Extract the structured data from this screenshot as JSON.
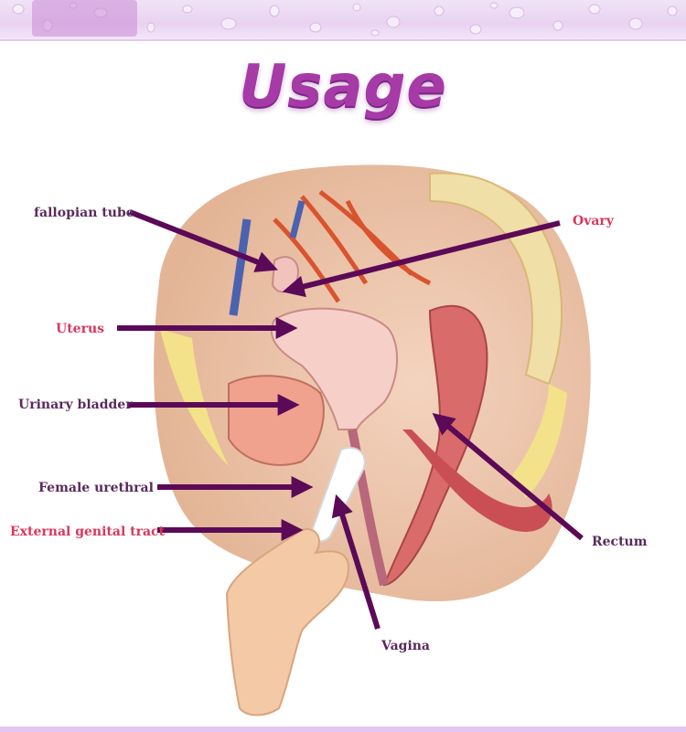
{
  "title": "Usage",
  "colors": {
    "title": "#a63aa6",
    "label_dark": "#5a2a5c",
    "label_pink": "#d9375c",
    "arrow": "#5b0a57"
  },
  "labels": {
    "fallopian_tube": "fallopian tube",
    "ovary": "Ovary",
    "uterus": "Uterus",
    "urinary_bladder": "Urinary bladder",
    "female_urethral": "Female urethral",
    "external_genital_tract": "External genital tract",
    "rectum": "Rectum",
    "vagina": "Vagina"
  }
}
